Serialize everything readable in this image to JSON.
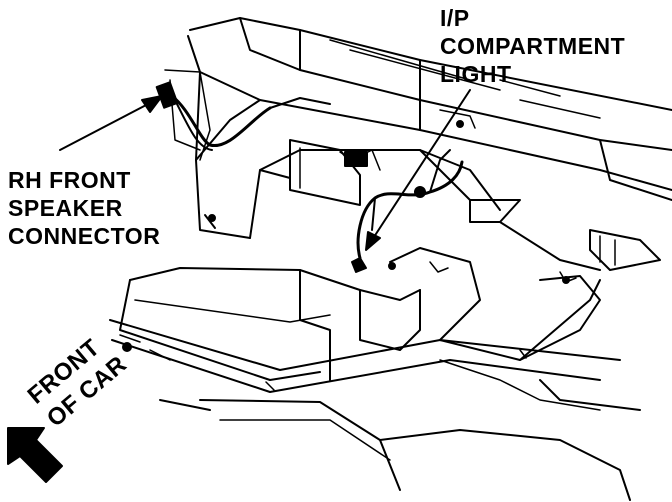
{
  "callouts": {
    "speaker": [
      "RH FRONT",
      "SPEAKER",
      "CONNECTOR"
    ],
    "light": [
      "I/P",
      "COMPARTMENT",
      "LIGHT"
    ],
    "front": [
      "FRONT",
      "OF CAR"
    ]
  },
  "colors": {
    "ink": "#000000",
    "paper": "#ffffff"
  },
  "icons": {
    "direction": "front-direction-arrow-icon"
  }
}
